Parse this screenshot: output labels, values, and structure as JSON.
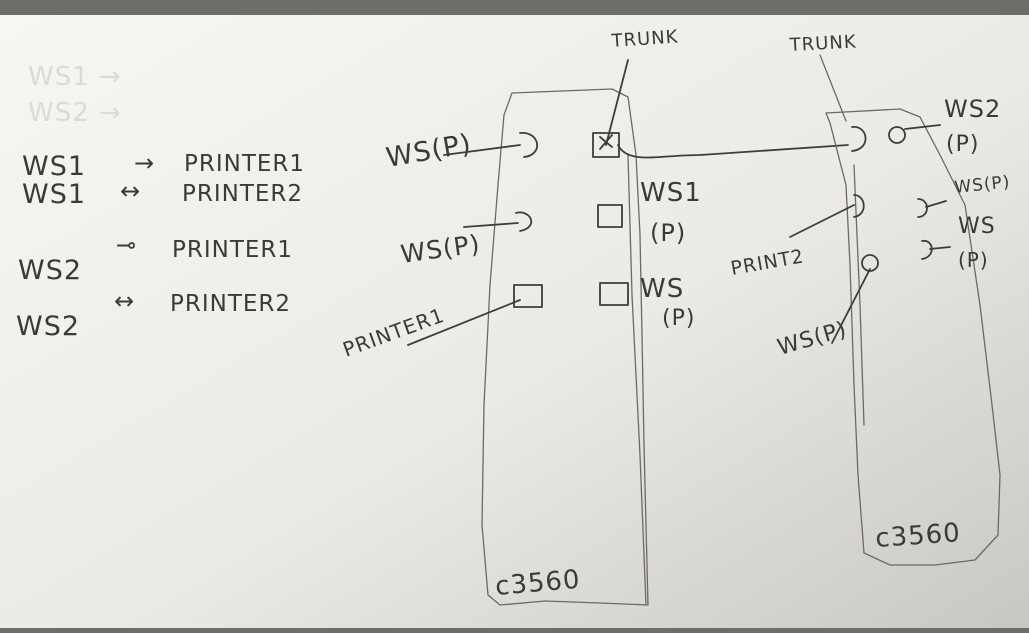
{
  "colors": {
    "paper": "#f4f3ef",
    "ink": "#3c3a36",
    "desk": "#6f6d68"
  },
  "mapping": {
    "faded_lines": [
      "WS1 →",
      "WS2 →"
    ],
    "rows": [
      {
        "ws": "WS1",
        "arrow": "→",
        "printer": "PRINTER1"
      },
      {
        "ws": "WS1",
        "arrow": "↔",
        "printer": "PRINTER2"
      },
      {
        "ws": "WS2",
        "arrow": "⊸",
        "printer": "PRINTER1"
      },
      {
        "ws": "WS2",
        "arrow": "↔",
        "printer": "PRINTER2"
      }
    ]
  },
  "left_switch": {
    "model": "c3560",
    "trunk_label": "TRUNK",
    "ports": {
      "ws_top": "WS(P)",
      "ws_mid": "WS(P)",
      "printer": "PRINTER1",
      "ws1": "WS1",
      "ws1_p": "(P)",
      "ws": "WS",
      "ws_p": "(P)"
    }
  },
  "right_switch": {
    "model": "c3560",
    "trunk_label": "TRUNK",
    "ports": {
      "ws2": "WS2",
      "ws2_p": "(P)",
      "ws_p_side": "WS(P)",
      "ws": "WS",
      "ws_p": "(P)",
      "printer": "PRINT2",
      "ws_bottom": "WS(P)"
    }
  }
}
